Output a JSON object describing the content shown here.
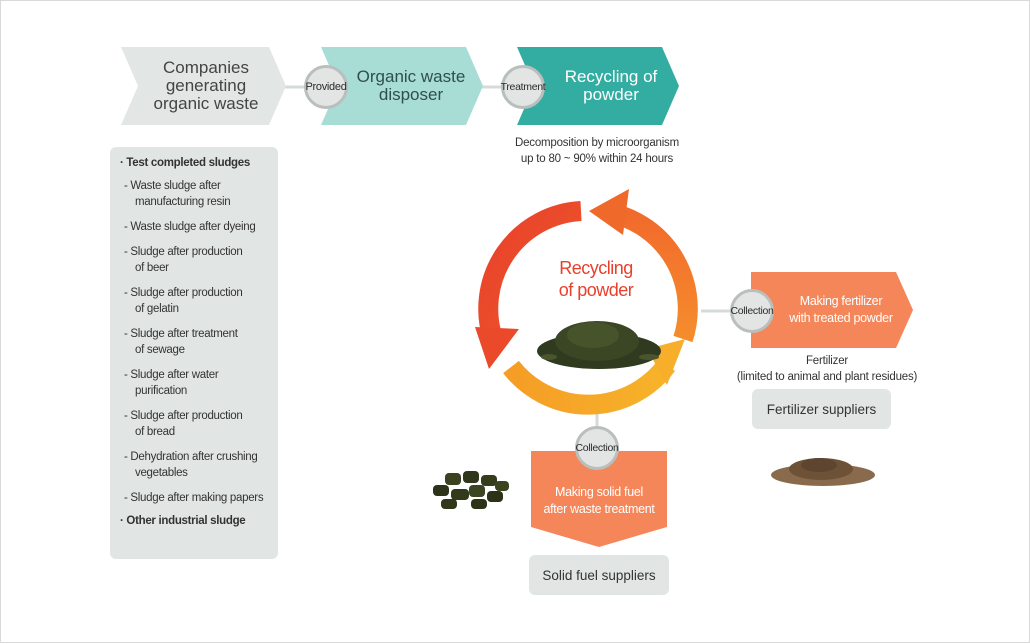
{
  "flow": {
    "step1": [
      "Companies",
      "generating",
      "organic waste"
    ],
    "connector1": "Provided",
    "step2": [
      "Organic waste",
      "disposer"
    ],
    "connector2": "Treatment",
    "step3": [
      "Recycling of",
      "powder"
    ],
    "step3_note": [
      "Decomposition by microorganism",
      "up to 80 ~ 90% within 24 hours"
    ]
  },
  "sludges": {
    "heading": "· Test completed sludges",
    "items": [
      [
        "- Waste sludge after",
        "manufacturing resin"
      ],
      [
        "- Waste sludge after dyeing",
        ""
      ],
      [
        "- Sludge after production",
        "of beer"
      ],
      [
        "- Sludge after production",
        "of gelatin"
      ],
      [
        "- Sludge after treatment",
        "of sewage"
      ],
      [
        "- Sludge after water",
        "purification"
      ],
      [
        "- Sludge after production",
        "of bread"
      ],
      [
        "- Dehydration after crushing",
        "vegetables"
      ],
      [
        "- Sludge after making papers",
        ""
      ]
    ],
    "footer": "· Other industrial sludge"
  },
  "cycle": {
    "label": [
      "Recycling",
      "of powder"
    ],
    "colors": {
      "red": "#e8402b",
      "orange": "#f07a2a",
      "yellow": "#f5a623"
    }
  },
  "fertilizer": {
    "connector": "Collection",
    "box": [
      "Making fertilizer",
      "with treated powder"
    ],
    "note": [
      "Fertilizer",
      "(limited to animal and plant residues)"
    ],
    "supplier": "Fertilizer suppliers"
  },
  "fuel": {
    "connector": "Collection",
    "box": [
      "Making solid fuel",
      "after waste treatment"
    ],
    "supplier": "Solid fuel suppliers"
  },
  "colors": {
    "step1": "#e2e7e5",
    "step2": "#a8ddd6",
    "step3": "#33ada2",
    "orange_box": "#f4865a"
  }
}
